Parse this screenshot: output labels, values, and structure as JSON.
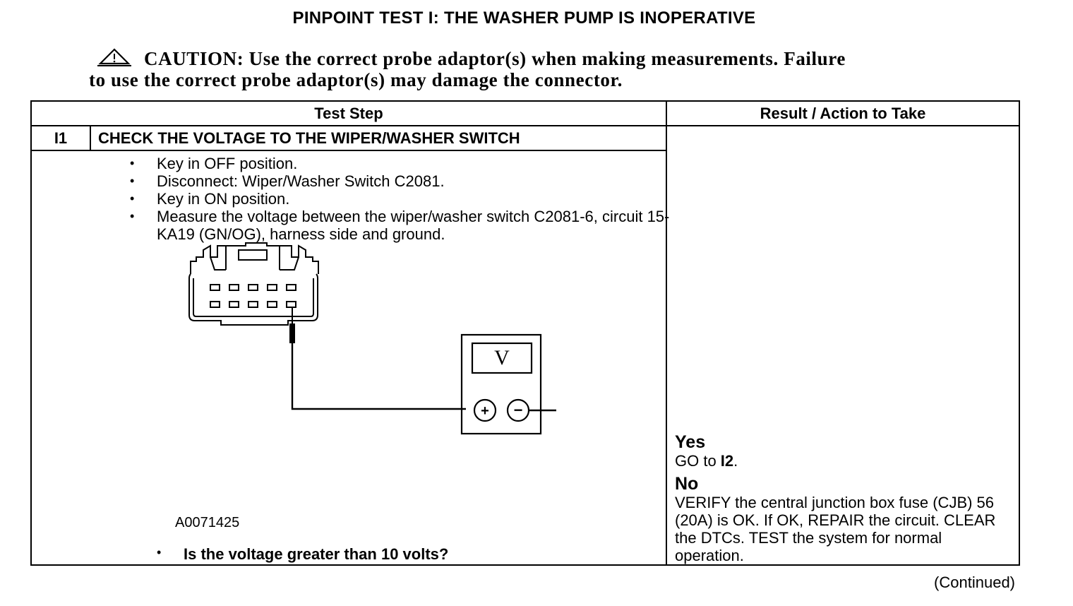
{
  "title": "PINPOINT TEST  I: THE WASHER PUMP IS INOPERATIVE",
  "caution": {
    "icon": "warning-triangle-icon",
    "line1": "CAUTION: Use the correct probe adaptor(s) when making measurements. Failure",
    "line2": "to use the correct probe adaptor(s) may damage the connector."
  },
  "table": {
    "headers": {
      "test_step": "Test Step",
      "result": "Result / Action to Take"
    },
    "step_id": "I1",
    "step_title": "CHECK THE VOLTAGE TO THE WIPER/WASHER SWITCH",
    "bullets": [
      "Key in OFF position.",
      "Disconnect: Wiper/Washer Switch C2081.",
      "Key in ON position.",
      "Measure the voltage between the wiper/washer switch C2081-6, circuit 15-KA19 (GN/OG), harness side and ground."
    ],
    "figure_id": "A0071425",
    "meter_label": "V",
    "meter_plus": "+",
    "meter_minus": "−",
    "question": "Is the voltage greater than 10 volts?",
    "result": {
      "yes_label": "Yes",
      "yes_prefix": "GO to ",
      "yes_target": "I2",
      "yes_suffix": ".",
      "no_label": "No",
      "no_text": "VERIFY the central junction box fuse (CJB) 56 (20A) is OK. If OK, REPAIR the circuit. CLEAR the DTCs. TEST the system for normal operation."
    }
  },
  "continued": "(Continued)"
}
